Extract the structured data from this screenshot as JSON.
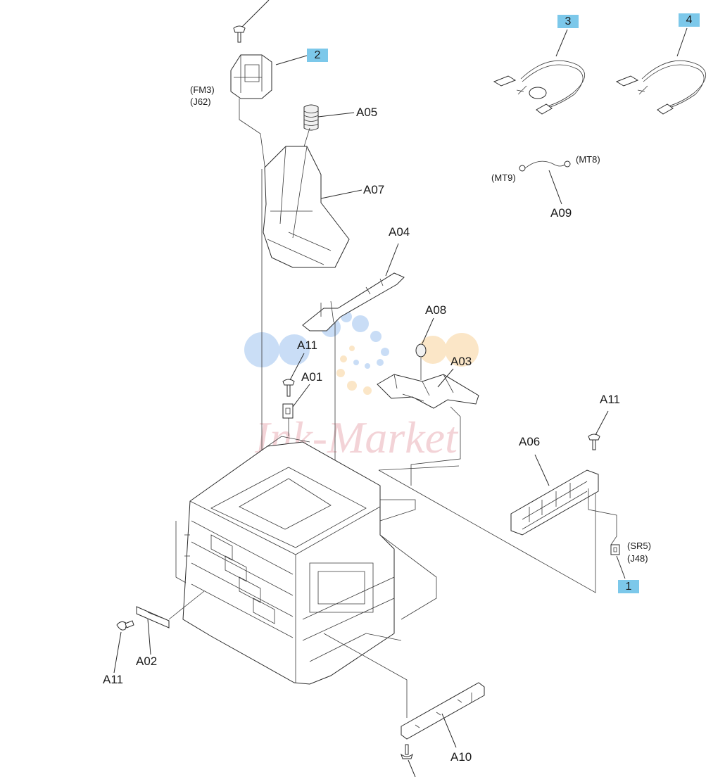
{
  "diagram": {
    "callouts": [
      {
        "id": "c1",
        "label": "1"
      },
      {
        "id": "c2",
        "label": "2"
      },
      {
        "id": "c3",
        "label": "3"
      },
      {
        "id": "c4",
        "label": "4"
      }
    ],
    "part_labels": {
      "a01": "A01",
      "a02": "A02",
      "a03": "A03",
      "a04": "A04",
      "a05": "A05",
      "a06": "A06",
      "a07": "A07",
      "a08": "A08",
      "a09": "A09",
      "a10": "A10",
      "a11_top": "A11",
      "a11_right": "A11",
      "a11_left": "A11"
    },
    "connectors": {
      "fm3": "(FM3)",
      "j62": "(J62)",
      "mt8": "(MT8)",
      "mt9": "(MT9)",
      "sr5": "(SR5)",
      "j48": "(J48)"
    },
    "watermark": "Ink-Market"
  },
  "colors": {
    "callout_fill": "#7cc8ea",
    "line": "#2a2a2a",
    "watermark_blue": "#9ec3ef",
    "watermark_orange": "#f8d39a",
    "watermark_red": "#de828c"
  }
}
